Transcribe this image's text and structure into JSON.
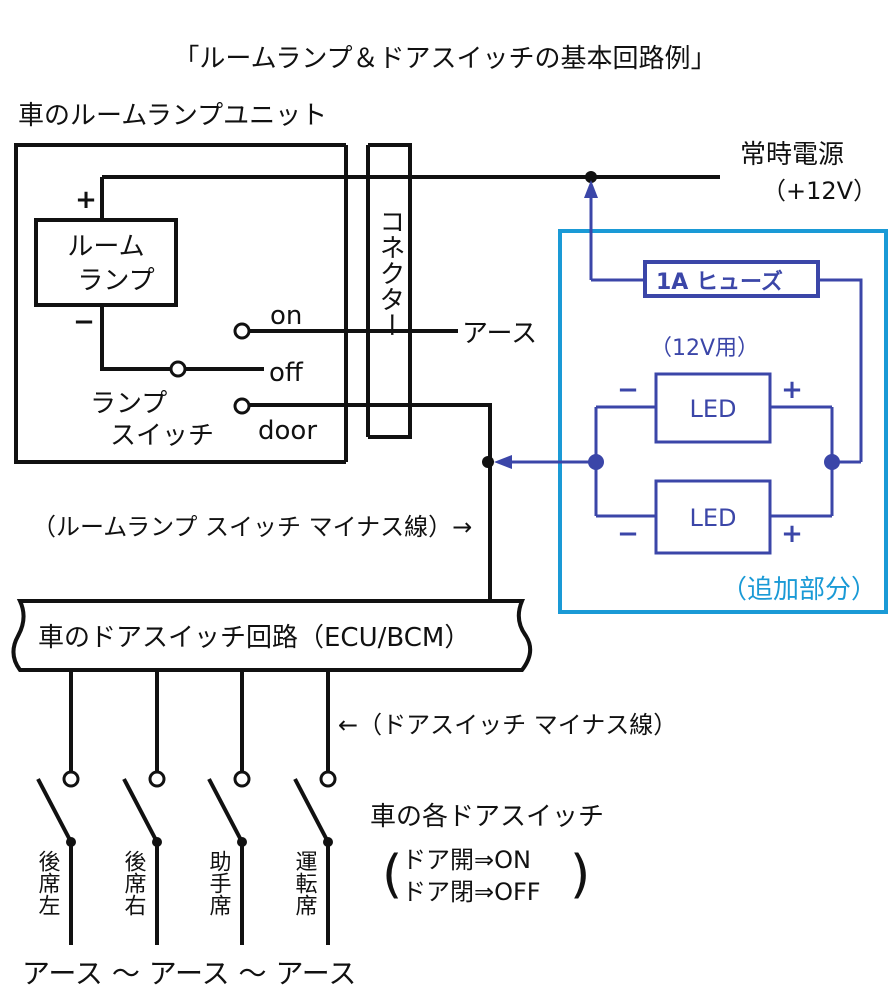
{
  "title": "「ルームランプ＆ドアスイッチの基本回路例」",
  "unit_label": "車のルームランプユニット",
  "room_lamp": {
    "line1": "ルーム",
    "line2": "ランプ"
  },
  "plus_sign": "+",
  "minus_sign": "−",
  "switch_positions": {
    "on": "on",
    "off": "off",
    "door": "door"
  },
  "lamp_switch": {
    "line1": "ランプ",
    "line2": "スイッチ"
  },
  "connector_label": "コネクター",
  "ground": "アース",
  "power": {
    "line1": "常時電源",
    "line2": "（+12V）"
  },
  "fuse": "1A ヒューズ",
  "led_note": "（12V用）",
  "led_label": "LED",
  "added_part": "（追加部分）",
  "room_lamp_wire": "（ルームランプ スイッチ マイナス線）→",
  "door_circuit": "車のドアスイッチ回路（ECU/BCM）",
  "door_minus_wire": "←（ドアスイッチ マイナス線）",
  "door_switches_title": "車の各ドアスイッチ",
  "door_state_open": "ドア開⇒ON",
  "door_state_closed": "ドア閉⇒OFF",
  "doors": [
    "後席左",
    "後席右",
    "助手席",
    "運転席"
  ],
  "bottom_ground": "アース ～ アース ～ アース",
  "colors": {
    "line": "#111111",
    "added_wire": "#3b46a8",
    "added_box": "#1a9ad6"
  }
}
